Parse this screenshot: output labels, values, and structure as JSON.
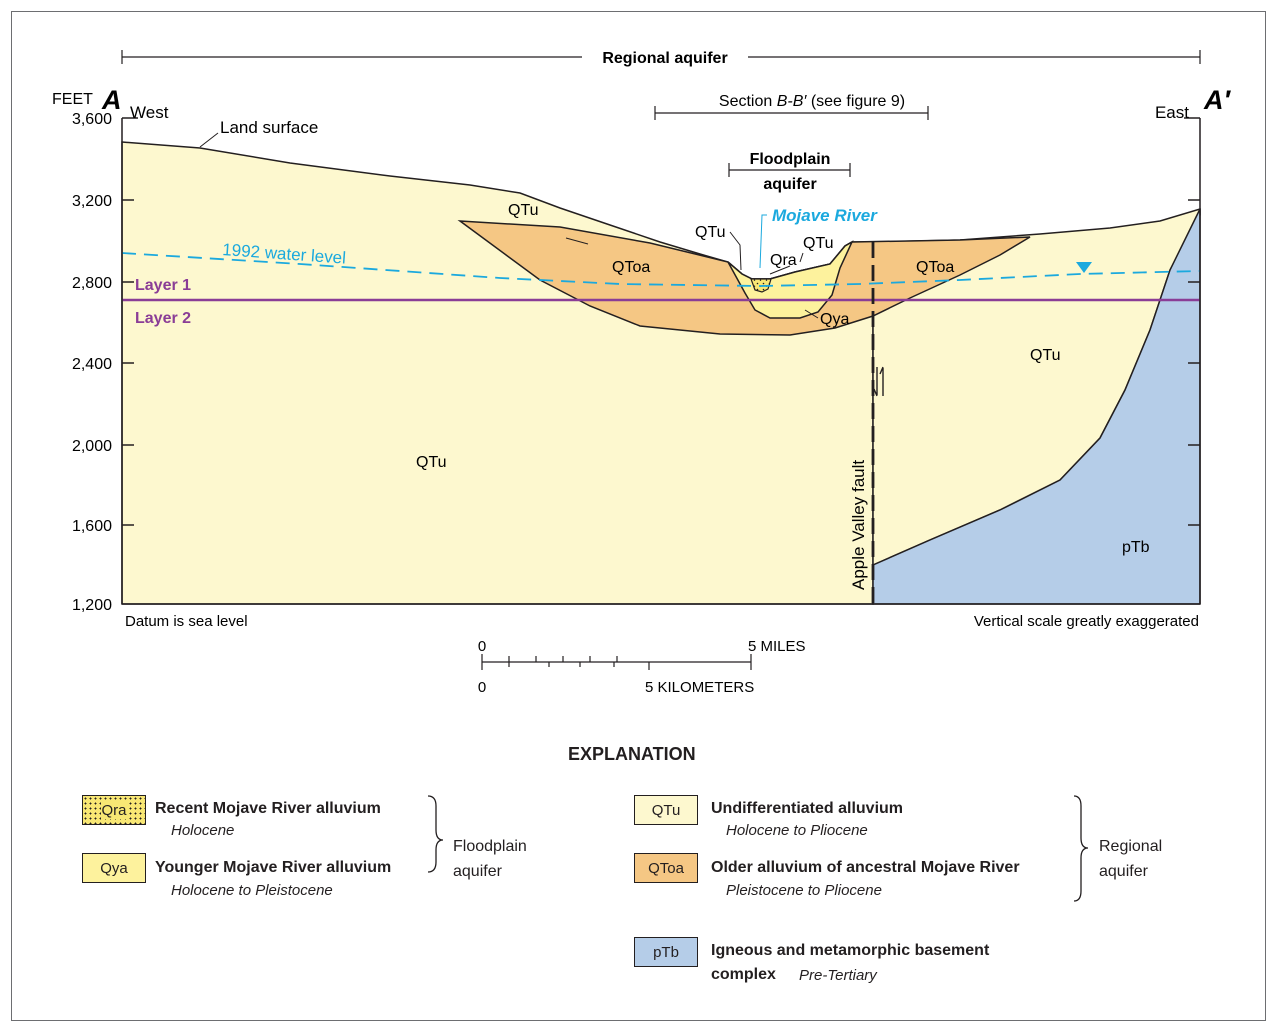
{
  "section": {
    "start_letter": "A",
    "end_letter": "A′",
    "west": "West",
    "east": "East",
    "regional_aquifer": "Regional aquifer",
    "section_bb_pre": "Section ",
    "section_bb_italic": "B-B′",
    "section_bb_post": " (see figure 9)",
    "floodplain_line1": "Floodplain",
    "floodplain_line2": "aquifer",
    "land_surface": "Land surface",
    "mojave_river": "Mojave River",
    "water_level": "1992 water level",
    "layer1": "Layer 1",
    "layer2": "Layer 2",
    "fault": "Apple Valley fault",
    "datum": "Datum is sea level",
    "exaggeration": "Vertical scale greatly exaggerated",
    "unit_labels": {
      "qtu": "QTu",
      "qtoa": "QToa",
      "qra": "Qra",
      "qya": "Qya",
      "ptb": "pTb"
    }
  },
  "axis": {
    "unit_label": "FEET",
    "ticks": [
      "3,600",
      "3,200",
      "2,800",
      "2,400",
      "2,000",
      "1,600",
      "1,200"
    ]
  },
  "scale_bar": {
    "miles_zero": "0",
    "miles_label": "5 MILES",
    "km_zero": "0",
    "km_label": "5 KILOMETERS"
  },
  "explanation": {
    "title": "EXPLANATION",
    "items": [
      {
        "code": "Qra",
        "name": "Recent Mojave River alluvium",
        "age": "Holocene"
      },
      {
        "code": "Qya",
        "name": "Younger Mojave River alluvium",
        "age": "Holocene to Pleistocene"
      },
      {
        "code": "QTu",
        "name": "Undifferentiated alluvium",
        "age": "Holocene to Pliocene"
      },
      {
        "code": "QToa",
        "name": "Older alluvium of ancestral Mojave River",
        "age": "Pleistocene to Pliocene"
      },
      {
        "code": "pTb",
        "name_line1": "Igneous and metamorphic basement",
        "name_line2": "complex",
        "age": "Pre-Tertiary"
      }
    ],
    "floodplain_group_line1": "Floodplain",
    "floodplain_group_line2": "aquifer",
    "regional_group_line1": "Regional",
    "regional_group_line2": "aquifer"
  },
  "colors": {
    "qtu": "#fdf8cf",
    "qtoa": "#f5c784",
    "qya": "#fdf29d",
    "qra": "#f8e774",
    "ptb": "#b5cde8",
    "water_level": "#1ba9de",
    "layer_line": "#8a3d96",
    "river_label": "#1ba9de"
  }
}
